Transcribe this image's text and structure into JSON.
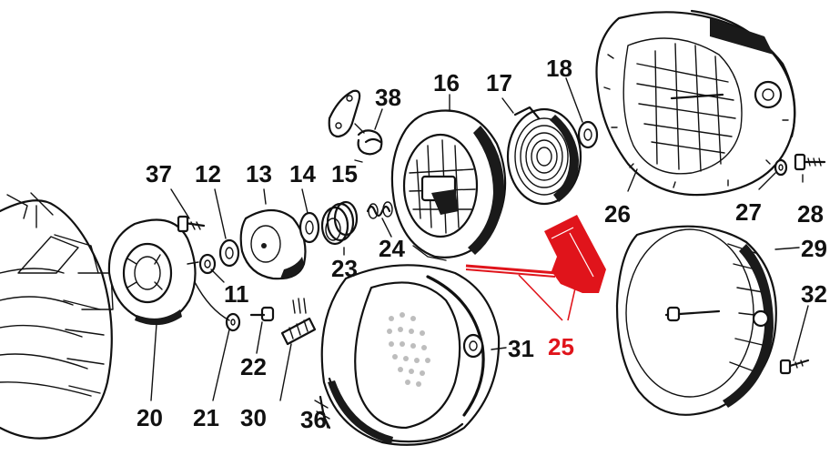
{
  "highlight_color": "#e0141b",
  "ink_color": "#111111",
  "labels": {
    "p11": "11",
    "p12": "12",
    "p13": "13",
    "p14": "14",
    "p15": "15",
    "p16": "16",
    "p17": "17",
    "p18": "18",
    "p20": "20",
    "p21": "21",
    "p22": "22",
    "p23": "23",
    "p24": "24",
    "p25": "25",
    "p26": "26",
    "p27": "27",
    "p28": "28",
    "p29": "29",
    "p30": "30",
    "p31": "31",
    "p32": "32",
    "p36": "36",
    "p37": "37",
    "p38": "38"
  }
}
